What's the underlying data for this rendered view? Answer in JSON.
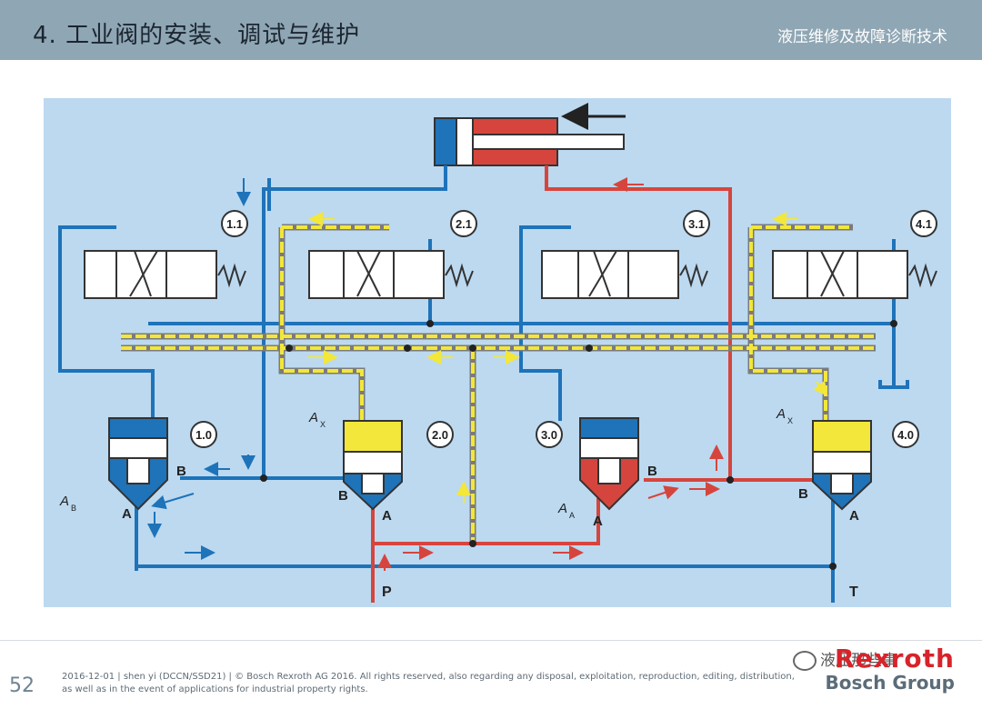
{
  "header": {
    "title": "4. 工业阀的安装、调试与维护",
    "subtitle": "液压维修及故障诊断技术"
  },
  "diagram": {
    "pilot_valves": [
      "1.1",
      "2.1",
      "3.1",
      "4.1"
    ],
    "cartridge_valves": [
      "1.0",
      "2.0",
      "3.0",
      "4.0"
    ],
    "port_labels": {
      "A": "A",
      "B": "B",
      "P": "P",
      "T": "T"
    },
    "area_labels": {
      "AB": "A",
      "AB_sub": "B",
      "AX": "A",
      "AX_sub": "X",
      "AA": "A",
      "AA_sub": "A"
    },
    "colors": {
      "background": "#bcd9f0",
      "tank_line": "#1e73b9",
      "pressure_line": "#d6453d",
      "pilot_line": "#f2e73a",
      "pilot_border": "#7b7b7b"
    }
  },
  "footer": {
    "page_number": "52",
    "line1": "2016-12-01 | shen yi (DCCN/SSD21) | © Bosch Rexroth AG 2016. All rights reserved, also regarding any disposal, exploitation, reproduction, editing, distribution,",
    "line2": "as well as in the event of applications for industrial property rights.",
    "brand": "Rexroth",
    "group": "Bosch Group",
    "wechat": "液压那些事"
  }
}
